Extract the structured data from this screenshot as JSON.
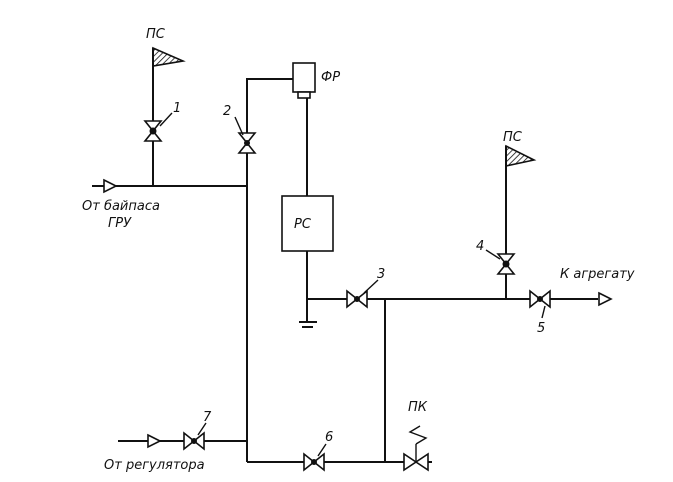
{
  "labels": {
    "ps_top": "ПС",
    "ps_right": "ПС",
    "fr": "ФР",
    "rs": "РС",
    "pk": "ПК",
    "bypass_line1": "От байпаса",
    "bypass_line2": "ГРУ",
    "to_unit": "К агрегату",
    "from_regulator": "От регулятора"
  },
  "valve_numbers": {
    "v1": "1",
    "v2": "2",
    "v3": "3",
    "v4": "4",
    "v5": "5",
    "v6": "6",
    "v7": "7"
  }
}
